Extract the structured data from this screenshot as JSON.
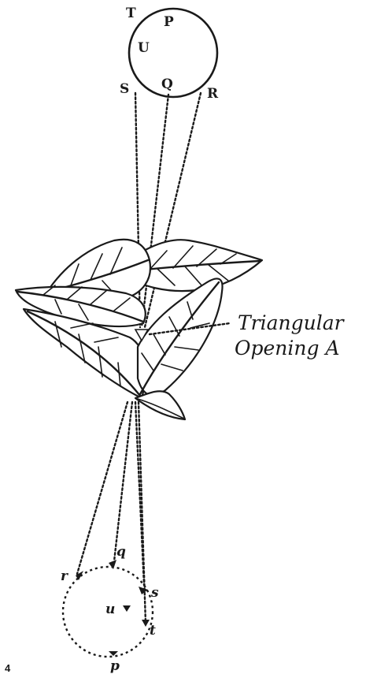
{
  "sun_disc": {
    "labels": {
      "T": "T",
      "P": "P",
      "U": "U",
      "S": "S",
      "Q": "Q",
      "R": "R"
    }
  },
  "opening": {
    "label_line1": "Triangular",
    "label_line2": "Opening A"
  },
  "image_disc": {
    "labels": {
      "r": "r",
      "q": "q",
      "s": "s",
      "u": "u",
      "t": "t",
      "p": "p"
    }
  },
  "figure_number": "4"
}
